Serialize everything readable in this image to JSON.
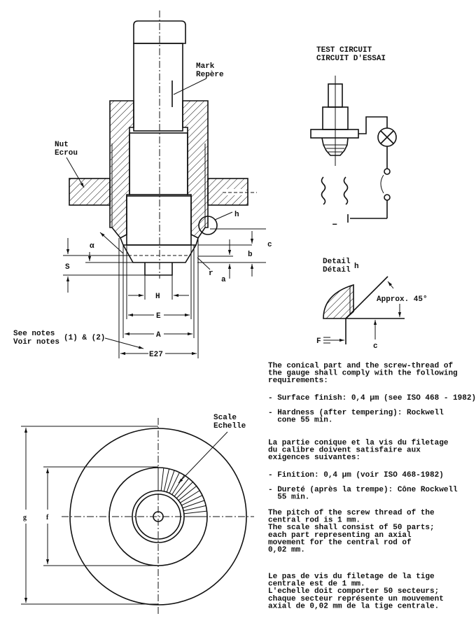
{
  "drawing": {
    "labels": {
      "mark": "Mark",
      "repere": "Repère",
      "nut": "Nut",
      "ecrou": "Ecrou",
      "h": "h",
      "alpha": "α",
      "s": "S",
      "b": "b",
      "c": "c",
      "r": "r",
      "a": "a",
      "H": "H",
      "E": "E",
      "A": "A",
      "E27": "E27",
      "see_notes": "See notes",
      "voir_notes": "Voir notes",
      "notes_ref": "(1) & (2)"
    }
  },
  "test_circuit": {
    "title_en": "TEST CIRCUIT",
    "title_fr": "CIRCUIT D'ESSAI",
    "minus": "–"
  },
  "detail": {
    "title_en": "Detail",
    "title_fr": "Détail",
    "ref": "h",
    "angle": "Approx. 45°",
    "F": "F",
    "c": "c"
  },
  "bottom_view": {
    "scale_en": "Scale",
    "scale_fr": "Echelle",
    "g": "g",
    "f": "f",
    "scale_parts": 50
  },
  "notes": {
    "para1": [
      "The conical part and the screw-thread of",
      "the gauge shall comply with the following",
      "requirements:"
    ],
    "bullet1a": [
      "- Surface finish: 0,4 µm (see ISO 468 - 1982)"
    ],
    "bullet1b": [
      "- Hardness (after tempering): Rockwell",
      "  cone 55 min."
    ],
    "para2": [
      "La partie conique et la vis du filetage",
      "du calibre doivent satisfaire aux",
      "exigences suivantes:"
    ],
    "bullet2a": [
      "- Finition: 0,4 µm (voir ISO 468-1982)"
    ],
    "bullet2b": [
      "- Dureté (après la trempe): Cône Rockwell",
      "  55 min."
    ],
    "para3": [
      "The pitch of the screw thread of the",
      "central rod is 1 mm.",
      "The scale shall consist of 50 parts;",
      "each part representing an axial",
      "movement for the central rod of",
      "0,02 mm."
    ],
    "para4": [
      "Le pas de vis du filetage de la tige",
      "centrale est de 1 mm.",
      "L'echelle doit comporter 50 secteurs;",
      "chaque secteur représente un mouvement",
      "axial de 0,02 mm de la tige centrale."
    ]
  }
}
